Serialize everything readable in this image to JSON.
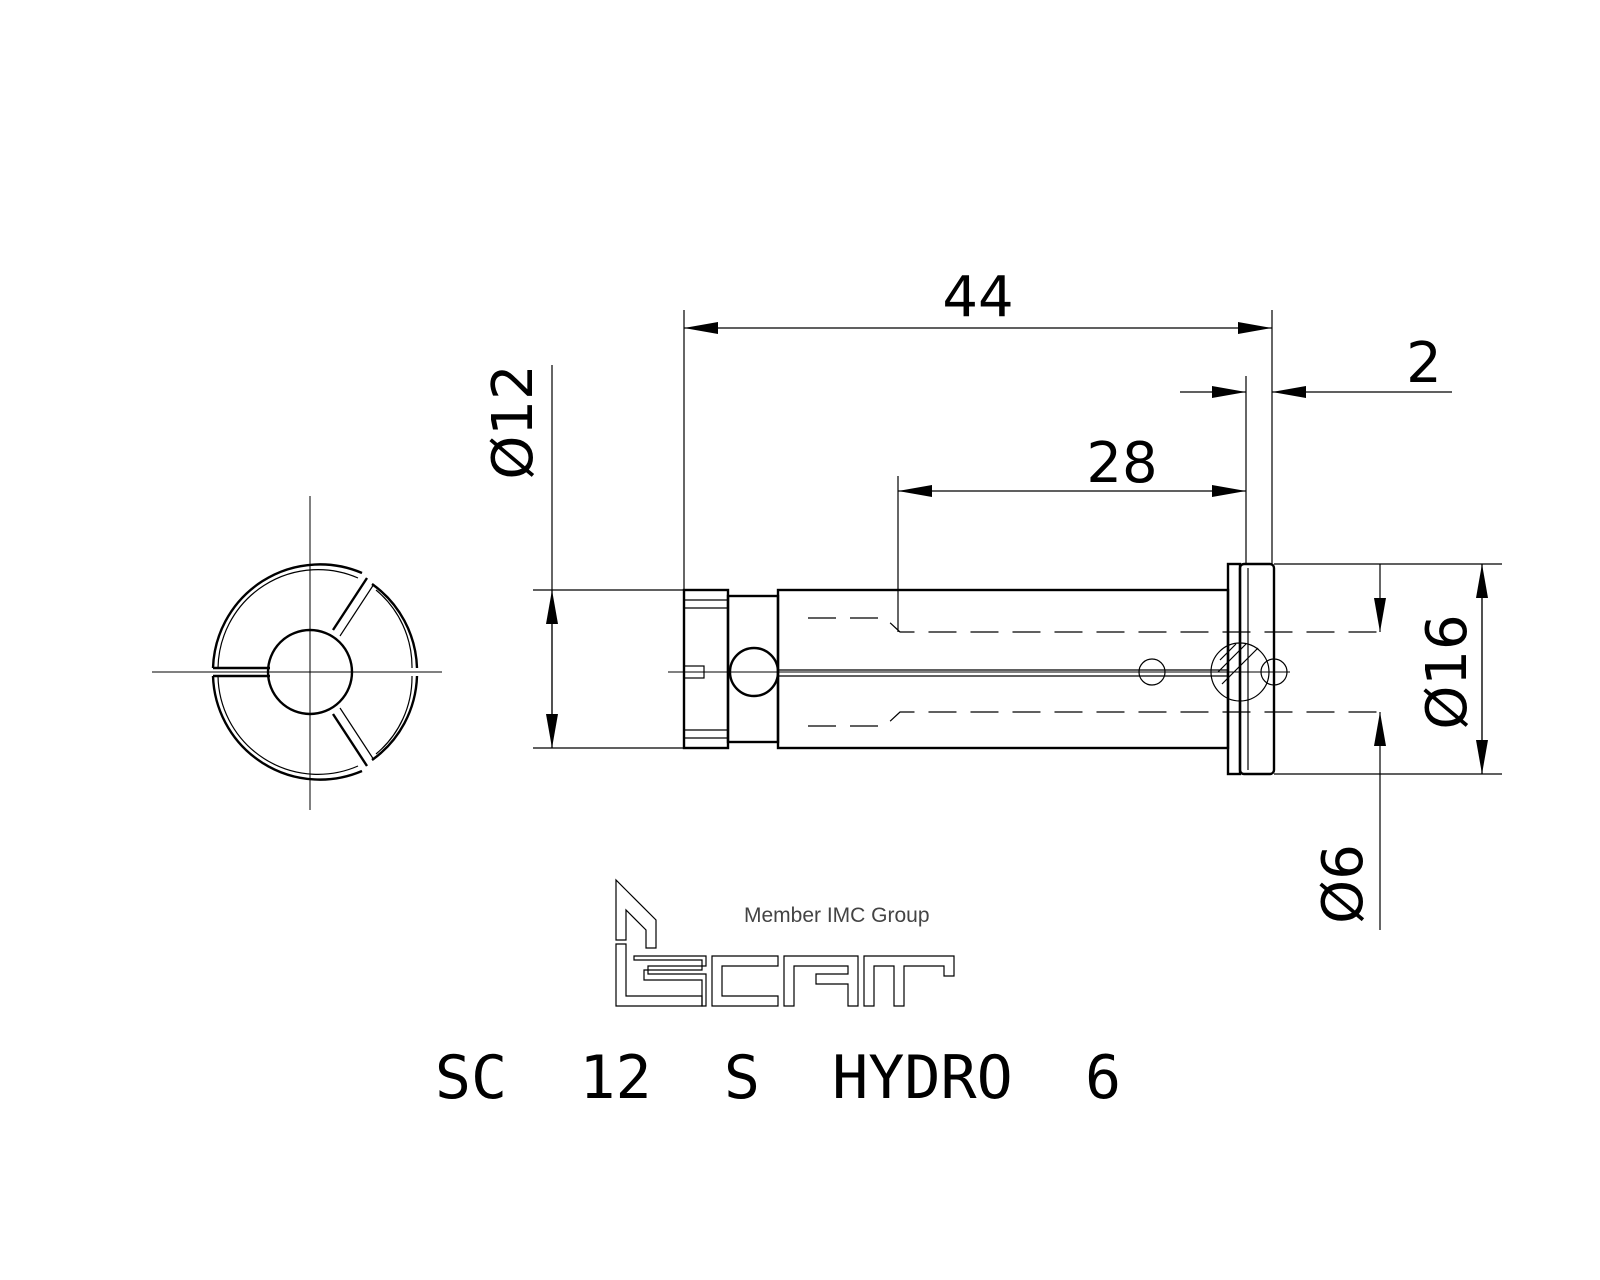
{
  "drawing": {
    "dimensions": {
      "overall_length": "44",
      "slot_length": "28",
      "flange_width": "2",
      "shank_diameter": "Ø12",
      "flange_diameter": "Ø16",
      "bore_diameter": "Ø6"
    },
    "brand": {
      "tagline": "Member IMC Group",
      "logo_name": "iscar"
    },
    "part_number": "SC  12  S  HYDRO  6"
  }
}
